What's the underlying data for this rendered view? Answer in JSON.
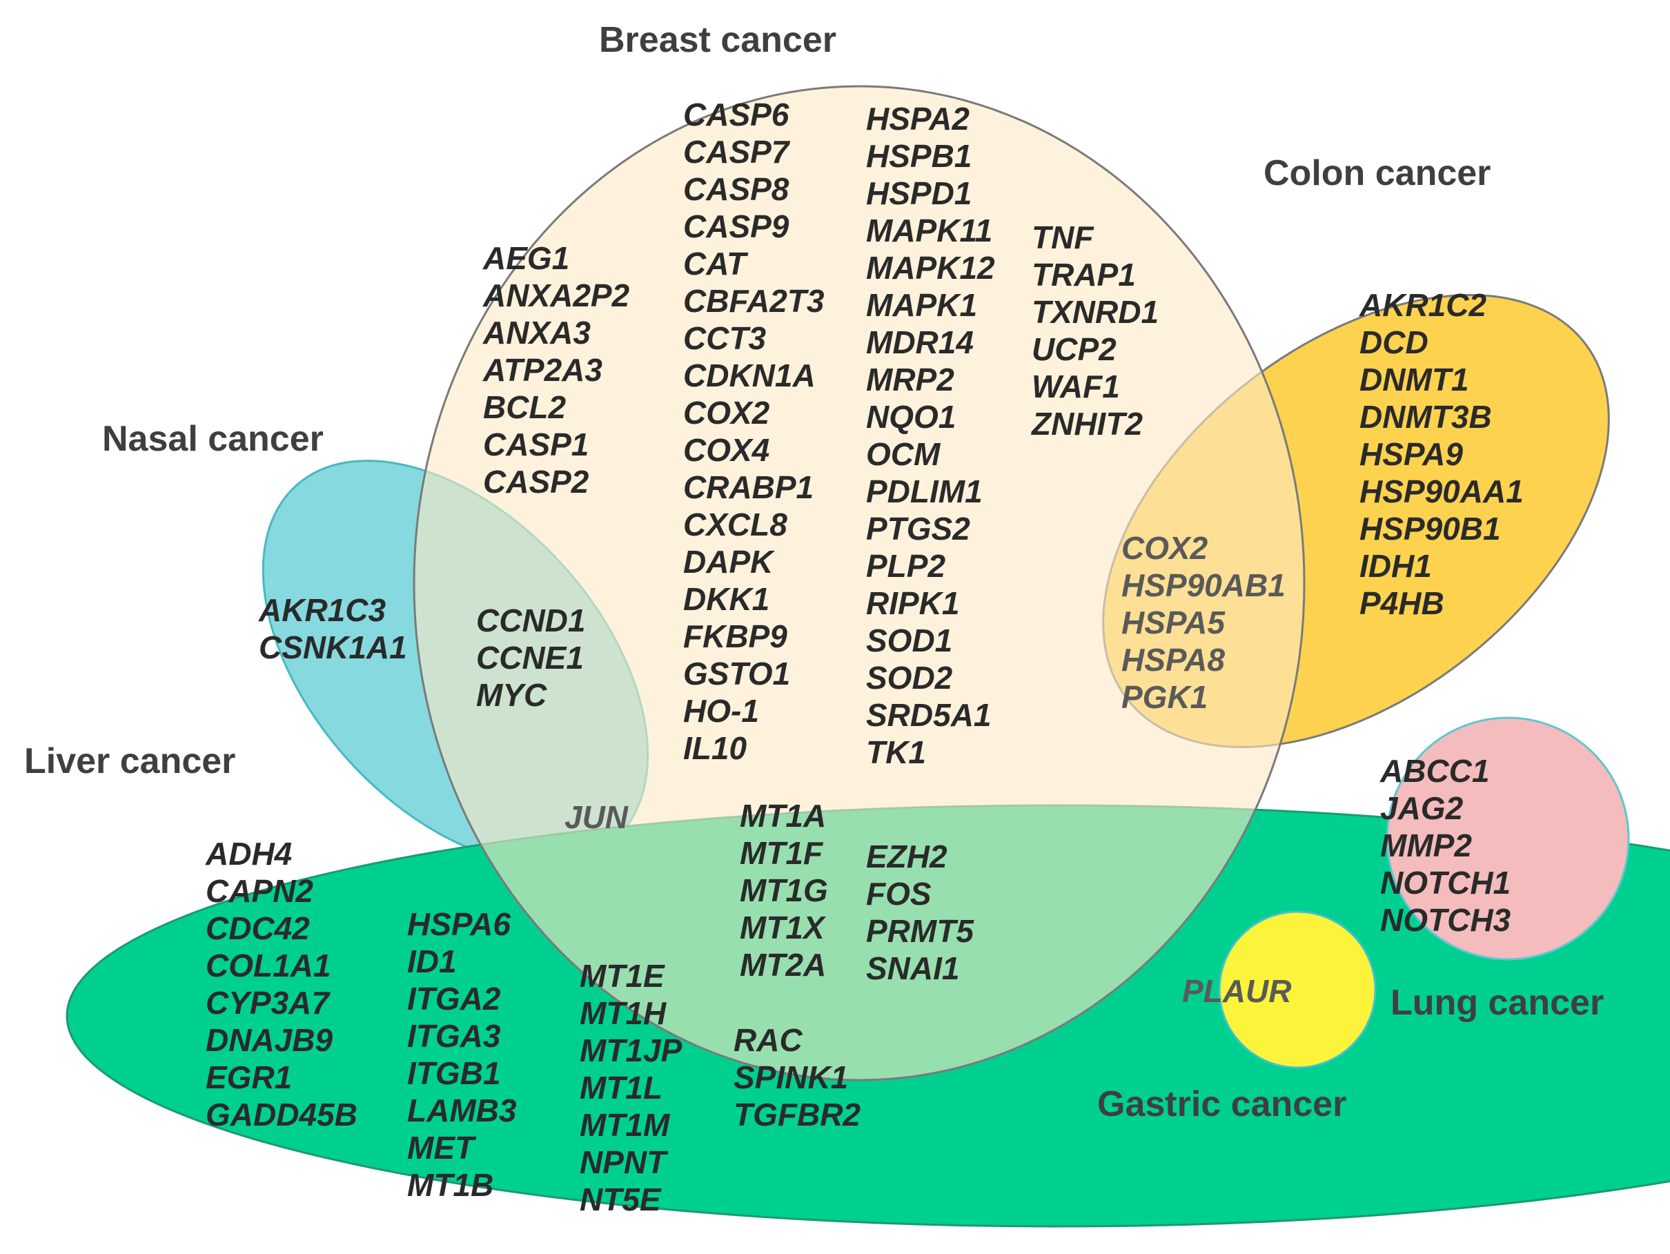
{
  "sets": {
    "breast": {
      "label": "Breast cancer",
      "color": "#fde9c4",
      "stroke": "#7a7a7a"
    },
    "colon": {
      "label": "Colon cancer",
      "color": "#fcd24f",
      "stroke": "#7a7a7a"
    },
    "nasal": {
      "label": "Nasal cancer",
      "color": "#86d9de",
      "stroke": "#46b9c4"
    },
    "liver": {
      "label": "Liver cancer",
      "color": "#00d08f",
      "stroke": "#1a9a73"
    },
    "lung": {
      "label": "Lung cancer",
      "color": "#f4bcbc",
      "stroke": "#5fc6d3"
    },
    "gastric": {
      "label": "Gastric cancer",
      "color": "#fbf43b",
      "stroke": "#3fc2cf"
    }
  },
  "regions": {
    "breast_a": [
      "AEG1",
      "ANXA2P2",
      "ANXA3",
      "ATP2A3",
      "BCL2",
      "CASP1",
      "CASP2"
    ],
    "breast_b": [
      "CASP6",
      "CASP7",
      "CASP8",
      "CASP9",
      "CAT",
      "CBFA2T3",
      "CCT3",
      "CDKN1A",
      "COX2",
      "COX4",
      "CRABP1",
      "CXCL8",
      "DAPK",
      "DKK1",
      "FKBP9",
      "GSTO1",
      "HO-1",
      "IL10"
    ],
    "breast_c": [
      "HSPA2",
      "HSPB1",
      "HSPD1",
      "MAPK11",
      "MAPK12",
      "MAPK1",
      "MDR14",
      "MRP2",
      "NQO1",
      "OCM",
      "PDLIM1",
      "PTGS2",
      "PLP2",
      "RIPK1",
      "SOD1",
      "SOD2",
      "SRD5A1",
      "TK1"
    ],
    "breast_d": [
      "TNF",
      "TRAP1",
      "TXNRD1",
      "UCP2",
      "WAF1",
      "ZNHIT2"
    ],
    "colon_only": [
      "AKR1C2",
      "DCD",
      "DNMT1",
      "DNMT3B",
      "HSPA9",
      "HSP90AA1",
      "HSP90B1",
      "IDH1",
      "P4HB"
    ],
    "breast_colon": [
      "COX2",
      "HSP90AB1",
      "HSPA5",
      "HSPA8",
      "PGK1"
    ],
    "nasal_only": [
      "AKR1C3",
      "CSNK1A1"
    ],
    "breast_nasal": [
      "CCND1",
      "CCNE1",
      "MYC"
    ],
    "breast_nasal_liver": [
      "JUN"
    ],
    "breast_liver_a": [
      "MT1A",
      "MT1F",
      "MT1G",
      "MT1X",
      "MT2A"
    ],
    "breast_liver_b": [
      "EZH2",
      "FOS",
      "PRMT5",
      "SNAI1"
    ],
    "liver_a": [
      "ADH4",
      "CAPN2",
      "CDC42",
      "COL1A1",
      "CYP3A7",
      "DNAJB9",
      "EGR1",
      "GADD45B"
    ],
    "liver_b": [
      "HSPA6",
      "ID1",
      "ITGA2",
      "ITGA3",
      "ITGB1",
      "LAMB3",
      "MET",
      "MT1B"
    ],
    "liver_c": [
      "MT1E",
      "MT1H",
      "MT1JP",
      "MT1L",
      "MT1M",
      "NPNT",
      "NT5E"
    ],
    "liver_d": [
      "RAC",
      "SPINK1",
      "TGFBR2"
    ],
    "lung_only": [
      "ABCC1",
      "JAG2",
      "MMP2",
      "NOTCH1",
      "NOTCH3"
    ],
    "gastric_only": [
      "PLAUR"
    ]
  }
}
